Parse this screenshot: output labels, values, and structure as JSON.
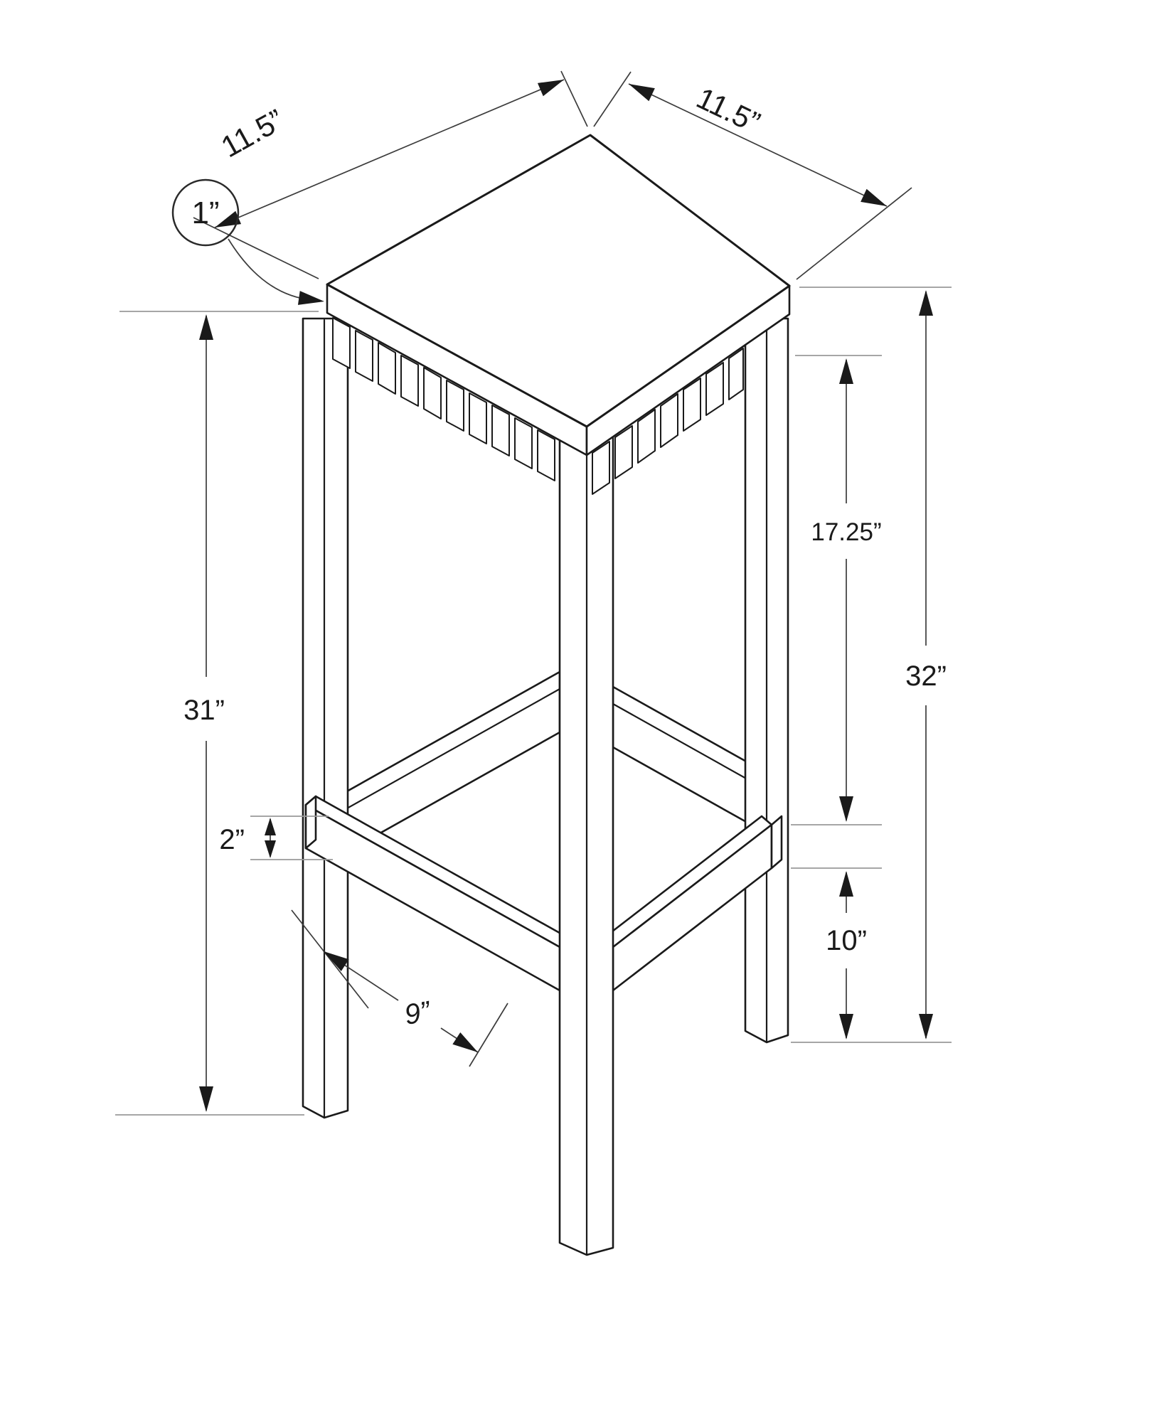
{
  "dimension_labels": {
    "top_edge_left": "11.5”",
    "top_edge_right": "11.5”",
    "top_thickness": "1”",
    "underside_height": "31”",
    "stretcher_thickness": "2”",
    "leg_spacing": "9”",
    "apron_to_stretcher": "17.25”",
    "overall_height": "32”",
    "stretcher_to_floor": "10”"
  },
  "colors": {
    "background": "#ffffff",
    "structure_line": "#1a1a1a",
    "dimension_line": "#3c3c3c",
    "extension_tick": "#9a9a9a",
    "text": "#1a1a1a"
  }
}
